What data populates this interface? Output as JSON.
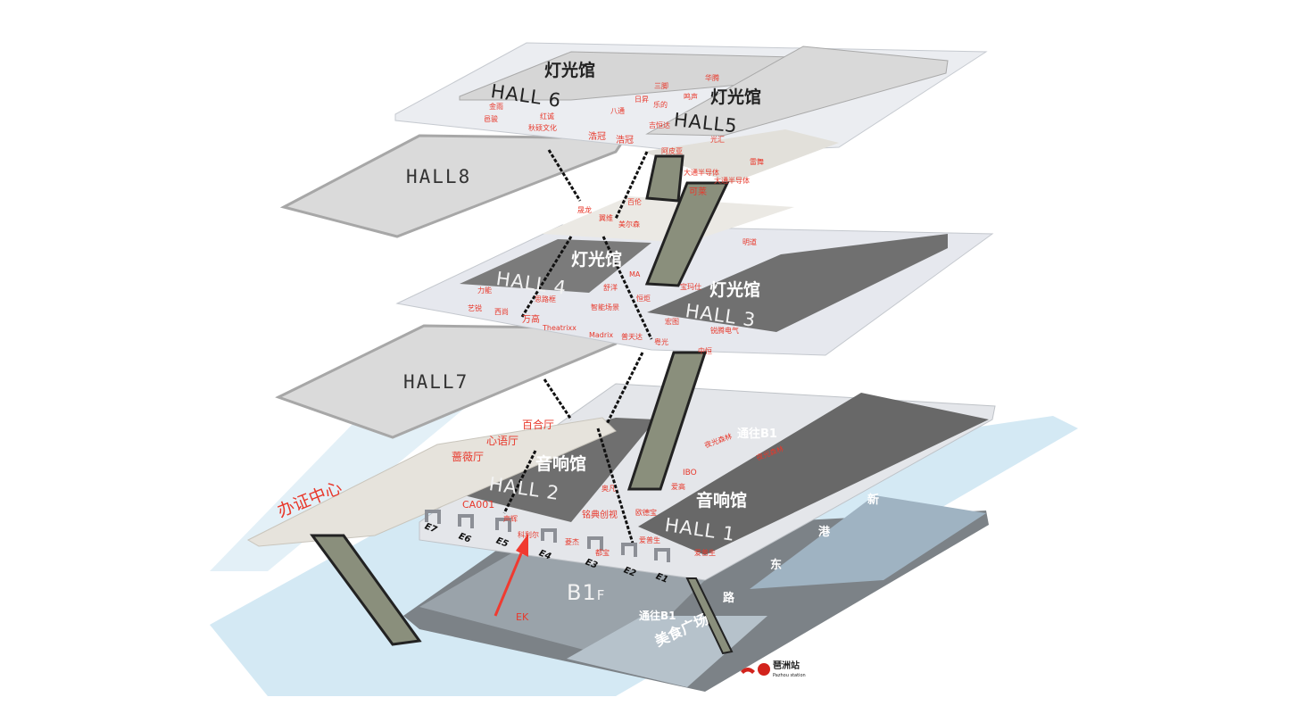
{
  "title": "琶洲站 展馆楼层分布图",
  "logo": {
    "text": "琶洲站",
    "subtext": "Pazhou station",
    "color": "#d2231c"
  },
  "colors": {
    "label_red": "#e8382b",
    "water": "#cfe6f2",
    "slab": "#e9ecef",
    "hall_dark": "#6c6c6c"
  },
  "floors": {
    "hall6": {
      "category": "灯光馆",
      "name": "HALL 6"
    },
    "hall5": {
      "category": "灯光馆",
      "name": "HALL5"
    },
    "hall8": {
      "name": "HALL8"
    },
    "hall4": {
      "category": "灯光馆",
      "name": "HALL 4"
    },
    "hall3": {
      "category": "灯光馆",
      "name": "HALL 3"
    },
    "hall7": {
      "name": "HALL7"
    },
    "hall2": {
      "category": "音响馆",
      "name": "HALL 2"
    },
    "hall1": {
      "category": "音响馆",
      "name": "HALL 1"
    },
    "b1": {
      "name": "B1",
      "suffix": "F",
      "food": "美食广场",
      "to_b1": "通往B1"
    },
    "to_b1_upper": "通往B1",
    "office": "办证中心",
    "rooms": [
      "百合厅",
      "心语厅",
      "蔷薇厅"
    ]
  },
  "entrances": [
    "E7",
    "E6",
    "E5",
    "E4",
    "E3",
    "E2",
    "E1"
  ],
  "road": [
    "新",
    "港",
    "东",
    "路"
  ],
  "marker_label": "EK",
  "exhibitors_top": [
    "金雨",
    "红诚",
    "邑骏",
    "秋硕文化",
    "八通",
    "日昇",
    "三脚",
    "乐的",
    "华腾",
    "鸣声",
    "吉恒达",
    "光汇",
    "浩冠",
    "浩冠",
    "阿皮亚",
    "雷舞",
    "大通半导体",
    "大通半导体",
    "可莱",
    "百伦"
  ],
  "exhibitors_mid": [
    "晟龙",
    "翼维",
    "美尔森",
    "明道",
    "MA",
    "舒洋",
    "力能",
    "思路框",
    "艺锐",
    "西尚",
    "智能场景",
    "恒炬",
    "宝玛仕",
    "万高",
    "Theatrixx",
    "Madrix",
    "普天达",
    "粤光",
    "宏图",
    "锐腾电气",
    "中恒"
  ],
  "exhibitors_low": [
    "CA001",
    "声辉",
    "科利尔",
    "铭典创视",
    "奥凡",
    "IBO",
    "爱高",
    "欧德宝",
    "爱普生",
    "爱普生",
    "菱杰",
    "都宝",
    "夜光森林",
    "夜光森林"
  ]
}
